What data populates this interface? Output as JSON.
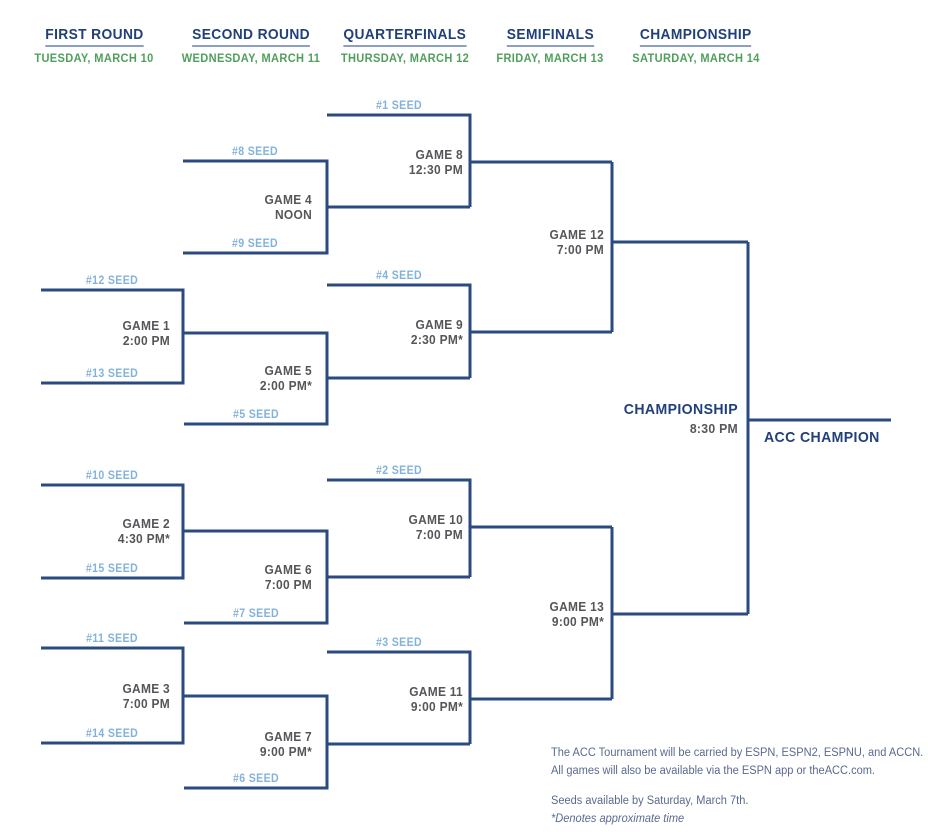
{
  "columns": [
    {
      "title": "FIRST ROUND",
      "date": "TUESDAY, MARCH 10"
    },
    {
      "title": "SECOND ROUND",
      "date": "WEDNESDAY, MARCH 11"
    },
    {
      "title": "QUARTERFINALS",
      "date": "THURSDAY, MARCH 12"
    },
    {
      "title": "SEMIFINALS",
      "date": "FRIDAY, MARCH 13"
    },
    {
      "title": "CHAMPIONSHIP",
      "date": "SATURDAY, MARCH 14"
    }
  ],
  "bracket": {
    "seeds": [
      {
        "label": "#1 SEED"
      },
      {
        "label": "#2 SEED"
      },
      {
        "label": "#3 SEED"
      },
      {
        "label": "#4 SEED"
      },
      {
        "label": "#5 SEED"
      },
      {
        "label": "#6 SEED"
      },
      {
        "label": "#7 SEED"
      },
      {
        "label": "#8 SEED"
      },
      {
        "label": "#9 SEED"
      },
      {
        "label": "#10 SEED"
      },
      {
        "label": "#11 SEED"
      },
      {
        "label": "#12 SEED"
      },
      {
        "label": "#13 SEED"
      },
      {
        "label": "#14 SEED"
      },
      {
        "label": "#15 SEED"
      }
    ],
    "games": [
      {
        "name": "GAME 1",
        "time": "2:00 PM"
      },
      {
        "name": "GAME 2",
        "time": "4:30 PM*"
      },
      {
        "name": "GAME 3",
        "time": "7:00 PM"
      },
      {
        "name": "GAME 4",
        "time": "NOON"
      },
      {
        "name": "GAME 5",
        "time": "2:00 PM*"
      },
      {
        "name": "GAME 6",
        "time": "7:00 PM"
      },
      {
        "name": "GAME 7",
        "time": "9:00 PM*"
      },
      {
        "name": "GAME 8",
        "time": "12:30 PM"
      },
      {
        "name": "GAME 9",
        "time": "2:30 PM*"
      },
      {
        "name": "GAME 10",
        "time": "7:00 PM"
      },
      {
        "name": "GAME 11",
        "time": "9:00 PM*"
      },
      {
        "name": "GAME 12",
        "time": "7:00 PM"
      },
      {
        "name": "GAME 13",
        "time": "9:00 PM*"
      }
    ],
    "final": {
      "label": "CHAMPIONSHIP",
      "time": "8:30 PM"
    },
    "champion_label": "ACC CHAMPION"
  },
  "footer": {
    "broadcast_line1": "The ACC Tournament will be carried by ESPN, ESPN2, ESPNU, and ACCN.",
    "broadcast_line2": "All games will also be available via the ESPN app or theACC.com.",
    "seeds_note": "Seeds available by Saturday, March 7th.",
    "time_note": "*Denotes approximate time"
  },
  "colors": {
    "bracket_line_navy": "#2b4b80",
    "header_navy": "#21407a",
    "date_green": "#4f9f5b",
    "seed_blue": "#84b3da",
    "game_gray": "#55565a",
    "footer_slate": "#5a6a8d"
  }
}
